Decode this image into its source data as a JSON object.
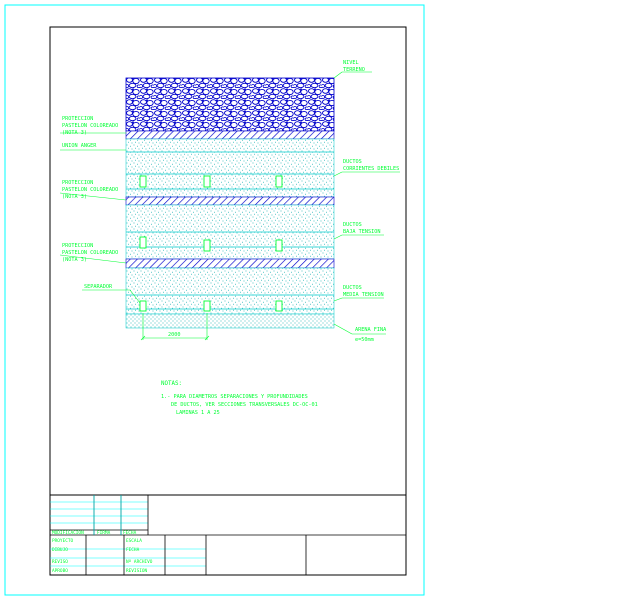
{
  "labels": {
    "nivel_line1": "NIVEL",
    "nivel_line2": "TERRENO",
    "prot1_line1": "PROTECCION",
    "prot1_line2": "PASTELON COLOREADO",
    "prot1_line3": "(NOTA 3)",
    "union": "UNION ANGER",
    "prot2_line1": "PROTECCION",
    "prot2_line2": "PASTELON COLOREADO",
    "prot2_line3": "(NOTA 3)",
    "prot3_line1": "PROTECCION",
    "prot3_line2": "PASTELON COLOREADO",
    "prot3_line3": "(NOTA 3)",
    "separador": "SEPARADOR",
    "ductos1_line1": "DUCTOS",
    "ductos1_line2": "CORRIENTES DEBILES",
    "ductos2_line1": "DUCTOS",
    "ductos2_line2": "BAJA TENSION",
    "ductos3_line1": "DUCTOS",
    "ductos3_line2": "MEDIA TENSION",
    "arena_line1": "ARENA FINA",
    "arena_line2": "e=50mm",
    "dimension": "2000"
  },
  "notes": {
    "title": "NOTAS:",
    "line1": "1.- PARA DIAMETROS SEPARACIONES Y PROFUNDIDADES",
    "line2": "DE DUCTOS, VER SECCIONES TRANSVERSALES DC-OC-01",
    "line3": "LAMINAS 1 A 25"
  },
  "title_block": {
    "col_mod": "MODIFICACION",
    "col_firma": "FIRMA",
    "col_fecha": "FECHA",
    "proyecto": "PROYECTO",
    "dibujo": "DIBUJO",
    "reviso": "REVISO",
    "aprobo": "APROBO",
    "escala": "ESCALA",
    "fecha": "FECHA",
    "archivo": "Nº ARCHIVO",
    "revision": "REVISION"
  },
  "colors": {
    "frame": "#00ffff",
    "line": "#000000",
    "text": "#00ff33",
    "gravel": "#0000cc",
    "hatch": "#0000cc",
    "sand": "#00cccc"
  }
}
